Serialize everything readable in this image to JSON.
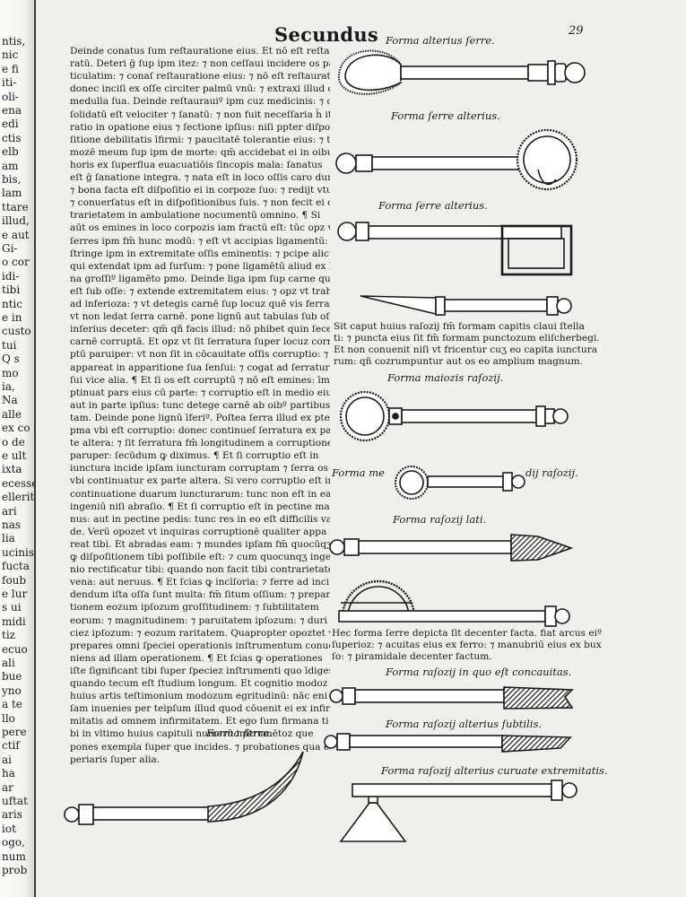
{
  "header": {
    "title": "Secundus",
    "folio": "29"
  },
  "gutter_lines": [
    "ntis,",
    "nic",
    "e fi",
    "iti-",
    "oli-",
    "ena",
    "edi",
    "ctis",
    "elb",
    "am",
    "bis,",
    "lam",
    "ttare",
    "illud,",
    "e aut",
    "Gi-",
    "o cor",
    "idi-",
    "tibi",
    "ntic",
    "e in",
    "custo",
    "tui",
    "Q s",
    "mo",
    "ia,",
    "Na",
    "alle",
    "ex co",
    "o de",
    "e ult",
    "ixta",
    "ecesse",
    "ellerit",
    "ari",
    "nas",
    "lia",
    "ucinis",
    "fucta",
    "foub",
    "e lur",
    "s ui",
    "midi",
    "tiz",
    "ecuo",
    "ali",
    "bue",
    "yno",
    "a te",
    "llo",
    "pere",
    "ctif",
    "ai",
    "ha",
    "ar",
    "uftat",
    "aris",
    "iot",
    "ogo,",
    "num",
    "prob"
  ],
  "body_lines": [
    "Deinde conatus ſum reſtauratione eius. Et nō eſt reſtau",
    "ratū. Deteri ḡ ſup ipm itez: ⁊ non ceſſaui incidere os par",
    "ticulatim: ⁊ conaſ reſtauratione eius: ⁊ nō eſt reſtauratū",
    "donec inciſi ex oſſe circiter palmū vnū: ⁊ extraxi illud cū",
    "medulla ſua. Deinde reſtaurauiº ipm cuz medicinis: ⁊ co",
    "ſolidatū eſt velociter ⁊ ſanatū: ⁊ non fuit neceſſaria h̄ ite",
    "ratio in opatione eius ⁊ ſectione ipſius: niſi ppter diſpo",
    "ſitione debilitatis īfirmi: ⁊ paucitatē tolerantie eius: ⁊ ti",
    "mozē meum ſup ipm de morte: qm̄ accidebat ei in oibus",
    "horis ex ſuperflua euacuatiōis ſincopis mala: ſanatus",
    "eſt ḡ ſanatione integra. ⁊ nata eſt in loco oſſis caro dura:",
    "⁊ bona facta eſt diſpoſitio ei in corpoze ſuo: ⁊ redijt vtus eiº",
    "⁊ conuerſatus eſt in diſpoſitionibus ſuis. ⁊ non fecit ei co",
    "trarietatem in ambulatione nocumentū omnino. ¶ Si",
    "aūt os emines in loco corpozis iam fractū eſt: tūc opz vt",
    "ſerres ipm fm̄ hunc modū: ⁊ eſt vt accipias ligamentū: ⁊",
    "ſtringe ipm in extremitate oſſis eminentis: ⁊ pcipe alicui",
    "qui extendat ipm ad ſurſum: ⁊ pone ligamētū aliud ex la",
    "na groſſiº ligamēto pmo. Deinde liga ipm ſup carne que",
    "eſt ſub oſſe: ⁊ extende extremitatem eius: ⁊ opz vt trahas carnē",
    "ad inferioza: ⁊ vt detegis carnē ſup locuz quē vis ferrare:",
    "vt non ledat ſerra carnē. pone lignū aut tabulas ſub oſſe",
    "inferius deceter: qm̄ qñ facis illud: nō phibet quin ſecet",
    "carnē corruptā. Et opz vt ſit ſerratura ſuper locuz corru",
    "ptū paruiper: vt non ſit in cōcauitate oſſis corruptio: ⁊ nō",
    "appareat in apparitione ſua ſenſui: ⁊ cogat ad ſerraturaz",
    "ſui vice alia. ¶ Et ſi os eſt corruptū ⁊ nō eſt emines: īmo",
    "ptinuat pars eius cū parte: ⁊ corruptio eſt in medio eius",
    "aut in parte ipſius: tunc detege carnē ab oibº partibus to",
    "tam. Deinde pone lignū īferiº. Poſtea ſerra illud ex pte",
    "pma vbi eſt corruptio: donec continueſ ſerratura ex par",
    "te altera: ⁊ ſit ſerratura fm̄ longitudinem a corruptione",
    "paruper: ſecūdum ꝙ diximus. ¶ Et ſi corruptio eſt in",
    "iunctura incide ipſam iuncturam corruptam ⁊ ſerra os",
    "vbi continuatur ex parte altera. Si vero corruptio eſt in",
    "continuatione duarum iuncturarum: tunc non eſt in ea",
    "ingeniū niſi abraſio. ¶ Et ſi corruptio eſt in pectine ma",
    "nus: aut in pectine pedis: tunc res in eo eſt difficilis val",
    "de. Verū opozet vt inquiras corruptionē qualiter appa",
    "reat tibi. Et abradas eam: ⁊ mundes ipſam fm̄ quocūqʒ",
    "ꝙ diſpoſitionem tibi poſſibile eſt: ⁊ cum quocunqʒ inge",
    "nio rectificatur tibi: quando non facit tibi contrarietatez",
    "vena: aut neruus. ¶ Et ſcias ꝙ incīſoria: ⁊ ferre ad inci",
    "dendum iſta oſſa ſunt multa: fm̄ ſitum oſſium: ⁊ prepara",
    "tionem eozum ipſozum groſſitudinem: ⁊ ſubtilitatem",
    "eorum: ⁊ magnitudinem: ⁊ paruitatem ipſozum: ⁊ duri",
    "ciez ipſozum: ⁊ eozum raritatem. Quapropter opoztet vt",
    "prepares omni ſpeciei operationis inſtrumentum conue",
    "niens ad illam operationem. ¶ Et ſcias ꝙ operationes",
    "iſte ſignificant tibi ſuper ſpeciez inſtrumenti quo īdiges",
    "quando tecum eſt ſtudium longum. Et cognitio modoz",
    "huius artis teſtimonium modozum egritudinū: nāc eni",
    "ſam inuenies per teipſum illud quod cōuenit ei ex infir",
    "mitatis ad omnem infirmitatem. Et ego ſum firmana ti",
    "bi in vltimo huius capituli numerū inſtrumētoz que",
    "pones exempla ſuper que incides. ⁊ probationes qua ex",
    "periaris ſuper alia."
  ],
  "captions": {
    "serra_left": "Forma ſerre.",
    "c1": "Forma alterius ſerre.",
    "c2": "Forma ſerre alterius.",
    "c3": "Forma ſerre alterius.",
    "c4_l1": "Sit caput huius raſozij fm̄ formam capitis claui ſtella",
    "c4_l2": "ti: ⁊ puncta eius ſit fm̄ formam punctozum eliſcherbegi.",
    "c4_l3": "Et non conuenit niſi vt fricentur cuʒ eo capita iunctura",
    "c4_l4": "rum: qñ cozrumpuntur aut os eo amplium magnum.",
    "c5": "Forma maiozis raſozij.",
    "c6_a": "Forma me",
    "c6_b": "dij raſozij.",
    "c7": "Forma raſozij lati.",
    "c8_l1": "Hec forma ſerre depicta ſit decenter facta. fiat arcus eiº",
    "c8_l2": "ſuperioz: ⁊ acuitas eius ex ferro: ⁊ manubriū eius ex bux",
    "c8_l3": "ſo: ⁊ piramidale decenter factum.",
    "c9": "Forma raſozij in quo eſt concauitas.",
    "c10": "Forma raſozij alterius ſubtilis.",
    "c11": "Forma raſozij alterius curuate extremitatis."
  },
  "colors": {
    "ink": "#1a1a1a",
    "paper": "#efefed"
  }
}
